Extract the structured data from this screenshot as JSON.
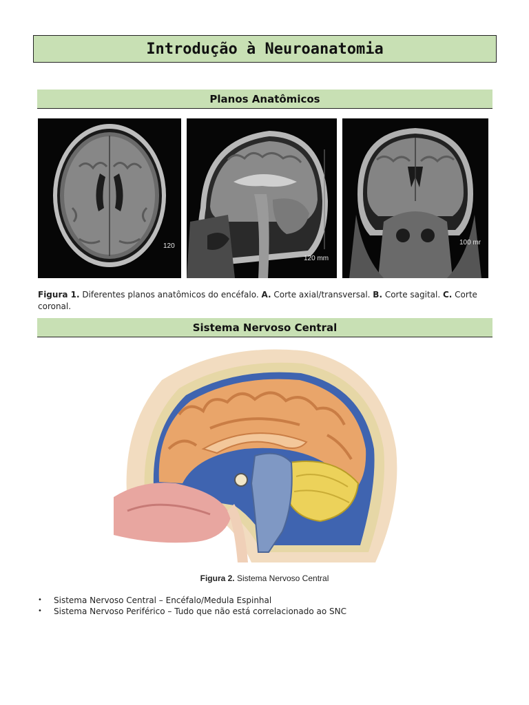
{
  "title": "Introdução à Neuroanatomia",
  "sections": {
    "planos": "Planos Anatômicos",
    "snc": "Sistema Nervoso Central"
  },
  "figure1": {
    "images": [
      {
        "scale_label": "120",
        "icon": "mri-axial-slice-icon"
      },
      {
        "scale_label": "120 mm",
        "icon": "mri-sagittal-slice-icon"
      },
      {
        "scale_label": "100 mr",
        "icon": "mri-coronal-slice-icon"
      }
    ],
    "caption_label": "Figura 1.",
    "caption_text": " Diferentes planos anatômicos do encéfalo. ",
    "a_label": "A.",
    "a_text": " Corte axial/transversal. ",
    "b_label": "B.",
    "b_text": " Corte sagital. ",
    "c_label": "C.",
    "c_text": " Corte coronal."
  },
  "figure2": {
    "icon": "brain-sagittal-illustration-icon",
    "caption_label": "Figura 2.",
    "caption_text": " Sistema Nervoso Central"
  },
  "bullets": [
    {
      "marker": "•",
      "text": "Sistema Nervoso Central – Encéfalo/Medula Espinhal"
    },
    {
      "marker": "•",
      "text": "Sistema Nervoso Periférico – Tudo que não está correlacionado ao SNC"
    }
  ],
  "colors": {
    "section_fill": "#c8e0b4",
    "cerebrum": "#e9a56a",
    "cerebellum": "#ecd25a",
    "brainstem": "#7f98c4"
  }
}
